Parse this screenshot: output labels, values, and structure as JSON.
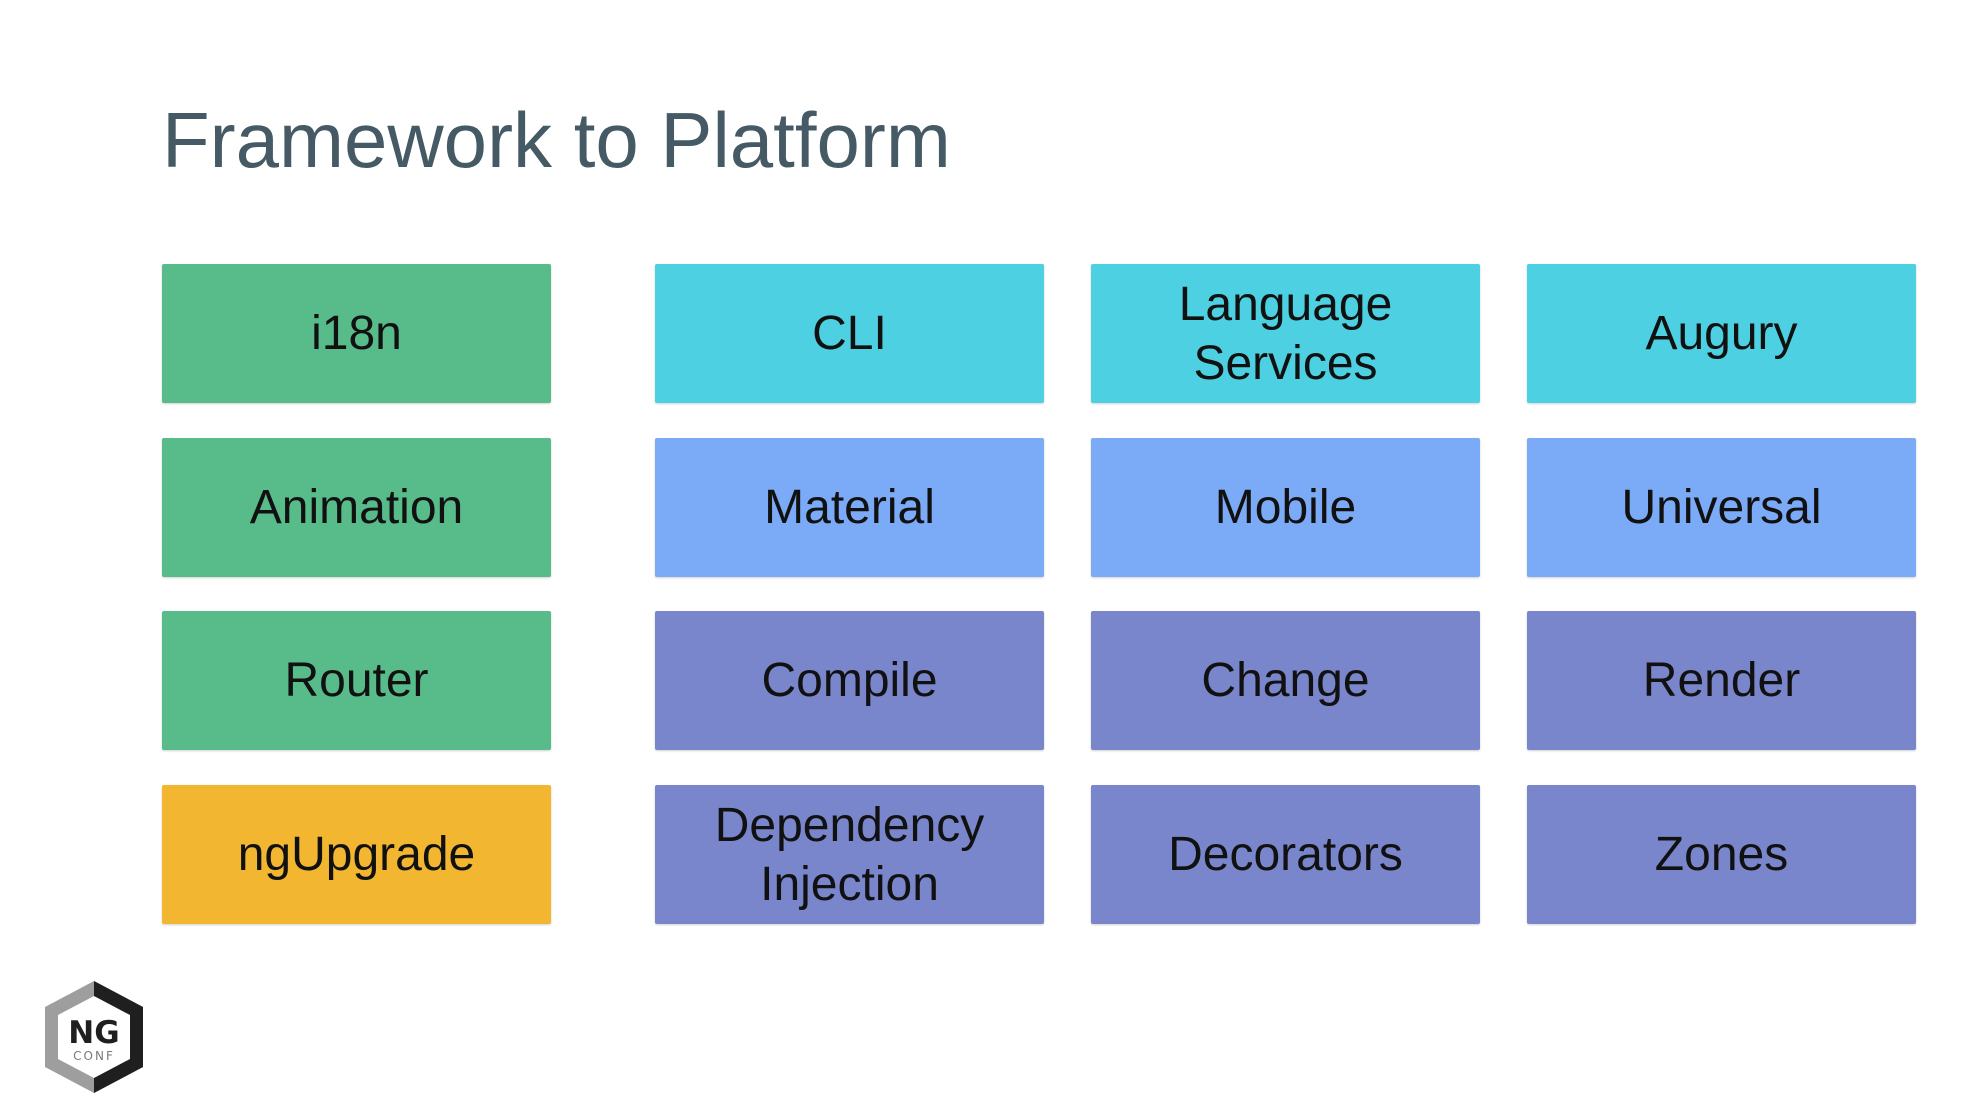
{
  "slide": {
    "title": "Framework to Platform"
  },
  "colors": {
    "green": "#57bb8a",
    "cyan": "#4dd0e1",
    "light_blue": "#7baaf7",
    "indigo": "#7986cb",
    "amber": "#f2b630"
  },
  "tiles": [
    {
      "label": "i18n",
      "color": "#57bb8a"
    },
    {
      "label": "CLI",
      "color": "#4dd0e1"
    },
    {
      "label": "Language Services",
      "color": "#4dd0e1"
    },
    {
      "label": "Augury",
      "color": "#4dd0e1"
    },
    {
      "label": "Animation",
      "color": "#57bb8a"
    },
    {
      "label": "Material",
      "color": "#7baaf7"
    },
    {
      "label": "Mobile",
      "color": "#7baaf7"
    },
    {
      "label": "Universal",
      "color": "#7baaf7"
    },
    {
      "label": "Router",
      "color": "#57bb8a"
    },
    {
      "label": "Compile",
      "color": "#7986cb"
    },
    {
      "label": "Change",
      "color": "#7986cb"
    },
    {
      "label": "Render",
      "color": "#7986cb"
    },
    {
      "label": "ngUpgrade",
      "color": "#f2b630"
    },
    {
      "label": "Dependency Injection",
      "color": "#7986cb"
    },
    {
      "label": "Decorators",
      "color": "#7986cb"
    },
    {
      "label": "Zones",
      "color": "#7986cb"
    }
  ],
  "logo": {
    "main_text": "NG",
    "sub_text": "CONF",
    "icon": "ng-conf-logo-icon"
  }
}
